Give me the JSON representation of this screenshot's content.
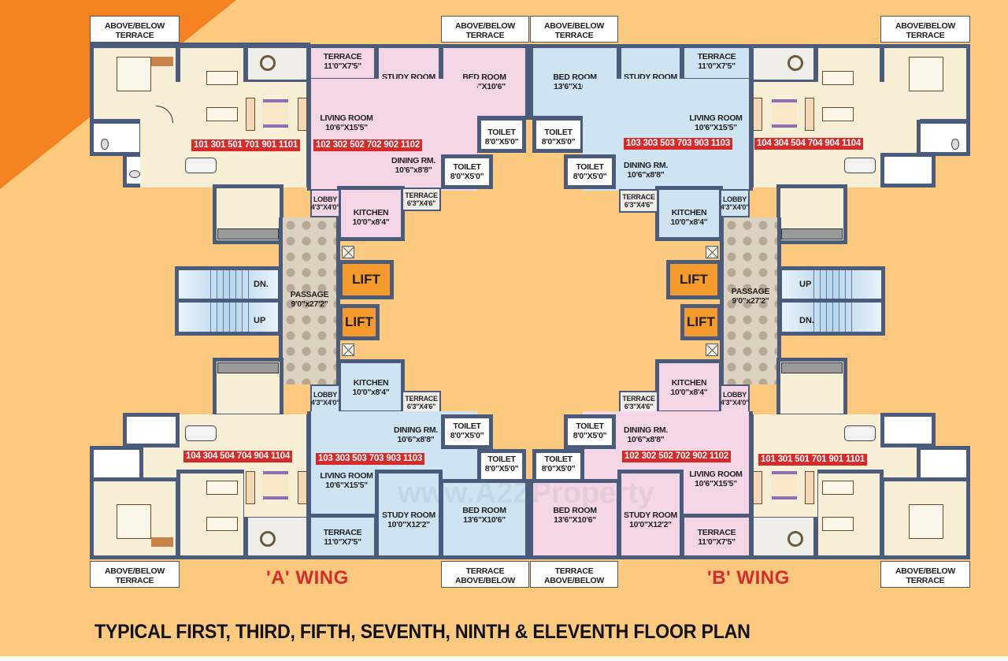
{
  "title": "TYPICAL FIRST, THIRD, FIFTH, SEVENTH, NINTH & ELEVENTH  FLOOR PLAN",
  "watermark": "www.A2ZProperty",
  "colors": {
    "background": "#fcc97e",
    "corner_accent": "#f58220",
    "wall": "#4a5b7c",
    "flat_type_1_4": "#f6efd6",
    "flat_type_2": "#f4d6e6",
    "flat_type_3": "#cfe4f3",
    "flat_number_badge": "#d62b2b",
    "lift": "#f59a2c",
    "wing_label": "#d62b2b"
  },
  "wings": [
    {
      "label": "'A' WING"
    },
    {
      "label": "'B' WING"
    }
  ],
  "terrace_boxes": {
    "above_below": "ABOVE/BELOW\nTERRACE",
    "terrace_above_below": "TERRACE\nABOVE/BELOW",
    "top": [
      {
        "line1": "ABOVE/BELOW",
        "line2": "TERRACE"
      },
      {
        "line1": "ABOVE/BELOW",
        "line2": "TERRACE"
      },
      {
        "line1": "ABOVE/BELOW",
        "line2": "TERRACE"
      },
      {
        "line1": "ABOVE/BELOW",
        "line2": "TERRACE"
      }
    ],
    "bottom": [
      {
        "line1": "ABOVE/BELOW",
        "line2": "TERRACE"
      },
      {
        "line1": "TERRACE",
        "line2": "ABOVE/BELOW"
      },
      {
        "line1": "TERRACE",
        "line2": "ABOVE/BELOW"
      },
      {
        "line1": "ABOVE/BELOW",
        "line2": "TERRACE"
      }
    ]
  },
  "flat_numbers": {
    "a_top_left": "101 301 501 701 901 1101",
    "a_top_right": "102 302 502 702 902 1102",
    "b_top_left": "103 303 503 703 903 1103",
    "b_top_right": "104 304 504 704 904 1104",
    "a_bottom_left": "104 304 504 704 904 1104",
    "a_bottom_right": "103 303 503 703 903 1103",
    "b_bottom_left": "102 302 502 702 902 1102",
    "b_bottom_right": "101 301 501 701 901 1101"
  },
  "rooms": {
    "terrace": {
      "name": "TERRACE",
      "dim": "11'0\"X7'5\""
    },
    "study": {
      "name": "STUDY ROOM",
      "dim": "10'0\"X12'2\""
    },
    "bed": {
      "name": "BED ROOM",
      "dim": "13'6\"X10'6\""
    },
    "living": {
      "name": "LIVING ROOM",
      "dim": "10'6\"X15'5\""
    },
    "toilet": {
      "name": "TOILET",
      "dim": "8'0\"X5'0\""
    },
    "dining": {
      "name": "DINING RM.",
      "dim": "10'6\"x8'8\""
    },
    "kitchen": {
      "name": "KITCHEN",
      "dim": "10'0\"x8'4\""
    },
    "small_terrace": {
      "name": "TERRACE",
      "dim": "6'3\"X4'6\""
    },
    "lobby": {
      "name": "LOBBY",
      "dim": "4'3\"X4'0\""
    },
    "passage": {
      "name": "PASSAGE",
      "dim": "9'0\"x27'2\""
    }
  },
  "core": {
    "lift_label": "LIFT",
    "stair_up": "UP",
    "stair_down": "DN."
  }
}
